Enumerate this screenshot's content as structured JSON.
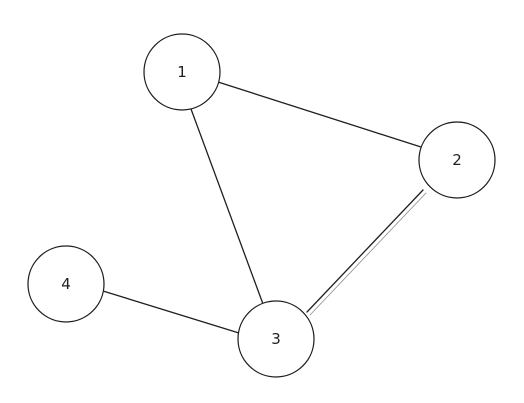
{
  "diagram": {
    "type": "graph",
    "nodes": [
      {
        "id": "1",
        "label": "1"
      },
      {
        "id": "2",
        "label": "2"
      },
      {
        "id": "3",
        "label": "3"
      },
      {
        "id": "4",
        "label": "4"
      }
    ],
    "edges": [
      {
        "from": "1",
        "to": "2"
      },
      {
        "from": "1",
        "to": "3"
      },
      {
        "from": "2",
        "to": "3"
      },
      {
        "from": "4",
        "to": "3"
      }
    ],
    "colors": {
      "stroke": "#1f1f1f",
      "background": "#ffffff"
    }
  }
}
